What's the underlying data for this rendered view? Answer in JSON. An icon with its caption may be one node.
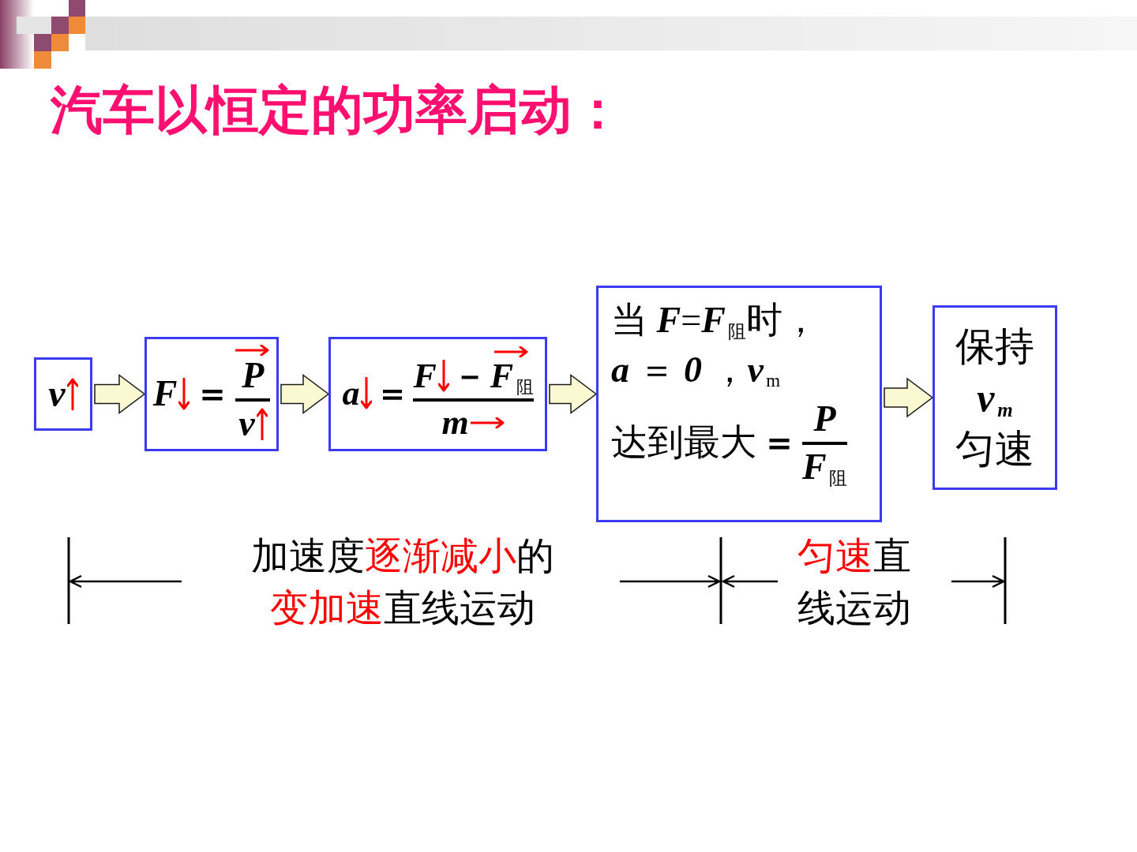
{
  "diagram": {
    "title": "汽车以恒定的功率启动：",
    "nodes": [
      {
        "text": [
          "v"
        ]
      },
      {
        "text": [
          "F",
          "＝",
          "P",
          "v"
        ]
      },
      {
        "text": [
          "a",
          "＝",
          "F",
          "－",
          "*F*$_{阻}$",
          "m"
        ]
      },
      {
        "text": [
          "当 *F*=*F*$_{阻}$时，",
          "*a* ＝ *0* ，*v*$_{m}$",
          "达到最大",
          "＝",
          "P",
          "*F*$_{阻}$"
        ]
      },
      {
        "text": [
          "保持",
          "v$_{m}$",
          "匀速"
        ]
      }
    ],
    "edges": [
      {
        "from": 0,
        "to": 1,
        "arrow": "to"
      },
      {
        "from": 1,
        "to": 2,
        "arrow": "to"
      },
      {
        "from": 2,
        "to": 3,
        "arrow": "to"
      },
      {
        "from": 3,
        "to": 4,
        "arrow": "to"
      }
    ],
    "labels": [
      "加速度**逐渐减小**的**变加速**直线运动",
      "**匀速**直线运动"
    ]
  }
}
